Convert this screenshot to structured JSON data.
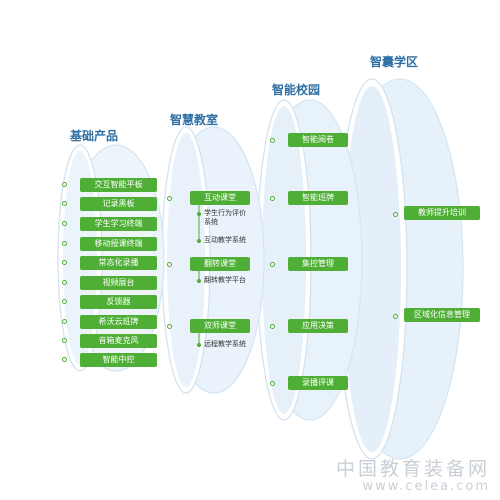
{
  "columns": [
    {
      "title": "基础产品",
      "items": [
        "交互智能平板",
        "记录黑板",
        "学生学习终端",
        "移动授课终端",
        "常态化录播",
        "视频展台",
        "反馈器",
        "希沃云班牌",
        "音箱麦克风",
        "智能中控"
      ]
    },
    {
      "title": "智慧教室",
      "items": [
        "互动课堂",
        "翻转课堂",
        "双师课堂"
      ],
      "subs": [
        [
          "学生行为评价",
          "系统"
        ],
        [
          "互动教学系统"
        ],
        [
          "翻转教学平台"
        ],
        [
          "远程教学系统"
        ]
      ]
    },
    {
      "title": "智能校园",
      "items": [
        "智能阅卷",
        "智能班牌",
        "集控管理",
        "应用决策",
        "录播评课"
      ]
    },
    {
      "title": "智囊学区",
      "items": [
        "教师提升培训",
        "区域化信息管理"
      ]
    }
  ],
  "watermark": {
    "line1": "中国教育装备网",
    "line2": "www.celea.com"
  },
  "colors": {
    "accent": "#4fae35",
    "title": "#2f6fa3",
    "cylinder_fill": "#e8f2fa",
    "cylinder_edge": "#cfe2f1"
  }
}
